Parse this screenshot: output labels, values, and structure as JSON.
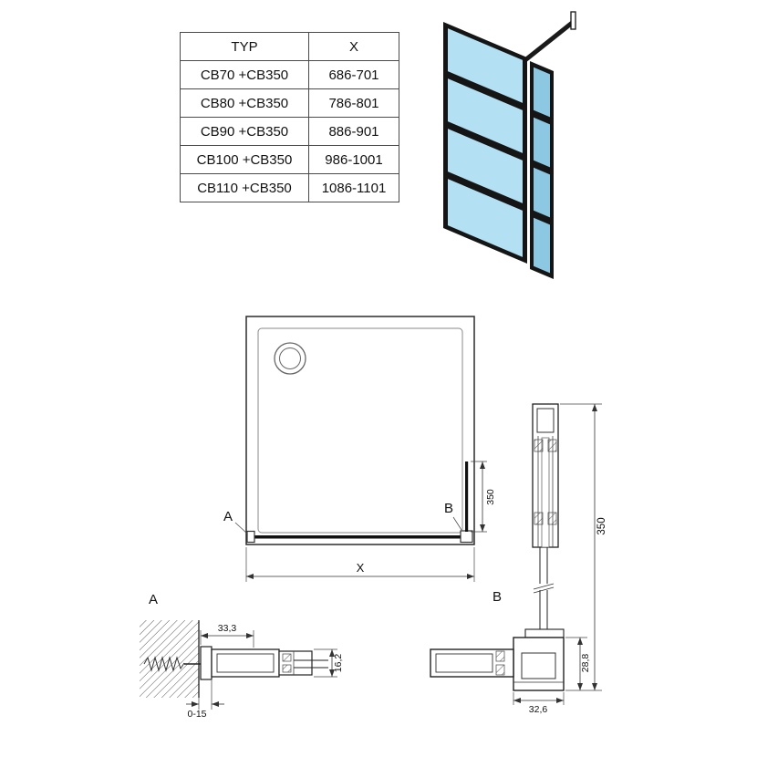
{
  "table": {
    "headers": [
      "TYP",
      "X"
    ],
    "rows": [
      {
        "typ": "CB70 +CB350",
        "x": "686-701"
      },
      {
        "typ": "CB80 +CB350",
        "x": "786-801"
      },
      {
        "typ": "CB90 +CB350",
        "x": "886-901"
      },
      {
        "typ": "CB100 +CB350",
        "x": "986-1001"
      },
      {
        "typ": "CB110 +CB350",
        "x": "1086-1101"
      }
    ]
  },
  "plan": {
    "label_a": "A",
    "label_b": "B",
    "dim_x": "X",
    "dim_return": "350"
  },
  "side": {
    "label_b": "B",
    "dim_height": "350",
    "dim_foot_height": "28,8",
    "dim_foot_width": "32,6"
  },
  "detail_a": {
    "label": "A",
    "dim_width": "33,3",
    "dim_height": "16,2",
    "dim_adjust": "0-15"
  },
  "colors": {
    "glass": "#b4e0f4",
    "glass_side": "#8cc8e2",
    "frame": "#151515",
    "line": "#333333"
  }
}
